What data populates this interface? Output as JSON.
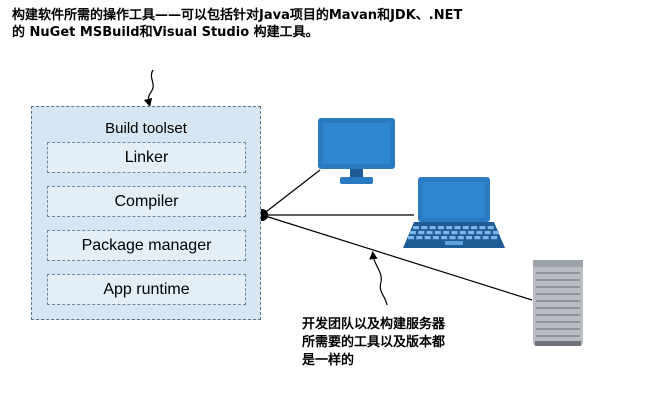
{
  "callouts": {
    "top_line1": "构建软件所需的操作工具——可以包括针对Java项目的Mavan和JDK、.NET",
    "top_line2": "的 NuGet MSBuild和Visual Studio 构建工具。",
    "bottom_line1": "开发团队以及构建服务器",
    "bottom_line2": "所需要的工具以及版本都",
    "bottom_line3": "是一样的"
  },
  "toolset": {
    "title": "Build toolset",
    "items": [
      {
        "label": "Linker"
      },
      {
        "label": "Compiler"
      },
      {
        "label": "Package manager"
      },
      {
        "label": "App runtime"
      }
    ]
  },
  "colors": {
    "device_blue": "#2b7bc2",
    "device_dark": "#1f5c96",
    "box_fill": "#d6e6f2",
    "server_gray": "#b9bcc2"
  },
  "icons": [
    "desktop-monitor-icon",
    "laptop-icon",
    "server-icon"
  ]
}
